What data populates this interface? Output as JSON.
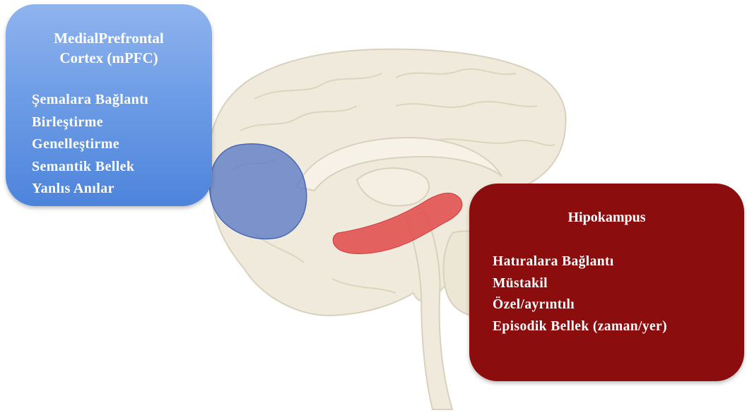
{
  "diagram": {
    "colors": {
      "mpfc_box": "#6e9de6",
      "hippocampus_box": "#8b0d0d",
      "mpfc_region": "#5b79c6",
      "hippocampus_region": "#e04a4a",
      "brain_fill": "#efeadb",
      "brain_outline": "#d9d1bd"
    },
    "mpfc": {
      "title_line1": "MedialPrefrontal",
      "title_line2": "Cortex (mPFC)",
      "items": [
        "Şemalara Bağlantı",
        "Birleştirme",
        "Genelleştirme",
        "Semantik Bellek",
        "Yanlıs Anılar"
      ]
    },
    "hippocampus": {
      "title": "Hipokampus",
      "items": [
        "Hatıralara Bağlantı",
        "Müstakil",
        "Özel/ayrıntılı",
        "Episodik Bellek (zaman/yer)"
      ]
    }
  }
}
